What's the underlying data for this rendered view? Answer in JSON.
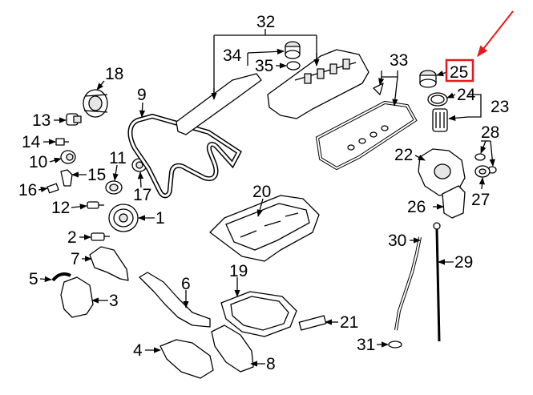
{
  "title": "",
  "highlight": {
    "callout": "25",
    "color": "#e8191a"
  },
  "callouts": {
    "n1": "1",
    "n2": "2",
    "n3": "3",
    "n4": "4",
    "n5": "5",
    "n6": "6",
    "n7": "7",
    "n8": "8",
    "n9": "9",
    "n10": "10",
    "n11": "11",
    "n12": "12",
    "n13": "13",
    "n14": "14",
    "n15": "15",
    "n16": "16",
    "n17": "17",
    "n18": "18",
    "n19": "19",
    "n20": "20",
    "n21": "21",
    "n22": "22",
    "n23": "23",
    "n24": "24",
    "n25": "25",
    "n26": "26",
    "n27": "27",
    "n28": "28",
    "n29": "29",
    "n30": "30",
    "n31": "31",
    "n32": "32",
    "n33": "33",
    "n34": "34",
    "n35": "35"
  },
  "colors": {
    "line": "#000000",
    "part_fill": "#ffffff",
    "shade": "#e6e6e6",
    "accent": "#e8191a"
  }
}
